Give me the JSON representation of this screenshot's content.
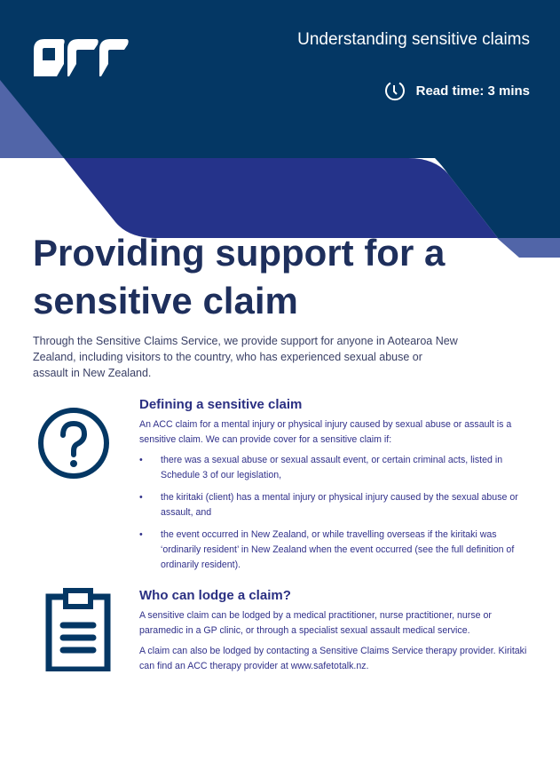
{
  "header": {
    "logo": "ACC",
    "series_title": "Understanding sensitive claims",
    "read_time": "Read time: 3 mins",
    "colors": {
      "navy": "#043764",
      "purple": "#25338a",
      "light_purple": "#5165a8"
    }
  },
  "title": "Providing support for a sensitive claim",
  "intro": "Through the Sensitive Claims Service, we provide support for anyone in Aotearoa New Zealand, including visitors to the country, who has experienced sexual abuse or assault in New Zealand.",
  "sections": [
    {
      "icon": "question-circle-icon",
      "heading": "Defining a sensitive claim",
      "paragraphs": [
        "An ACC claim for a mental injury or physical injury caused by sexual abuse or assault is a sensitive claim. We can provide cover for a sensitive claim if:"
      ],
      "bullets": [
        "there was a sexual abuse or sexual assault event, or certain criminal acts, listed in Schedule 3 of our legislation,",
        "the kiritaki (client) has a mental injury or physical injury caused by the sexual abuse or assault, and",
        "the event occurred in New Zealand, or while travelling overseas if the kiritaki was ‘ordinarily resident’ in New Zealand when the event occurred (see the full definition of ordinarily resident)."
      ]
    },
    {
      "icon": "clipboard-icon",
      "heading": "Who can lodge a claim?",
      "paragraphs": [
        "A sensitive claim can be lodged by a medical practitioner, nurse practitioner, nurse or paramedic in a GP clinic, or through a specialist sexual assault medical service.",
        "A claim can also be lodged by contacting a Sensitive Claims Service therapy provider.  Kiritaki can find an ACC therapy provider at www.safetotalk.nz."
      ]
    }
  ]
}
